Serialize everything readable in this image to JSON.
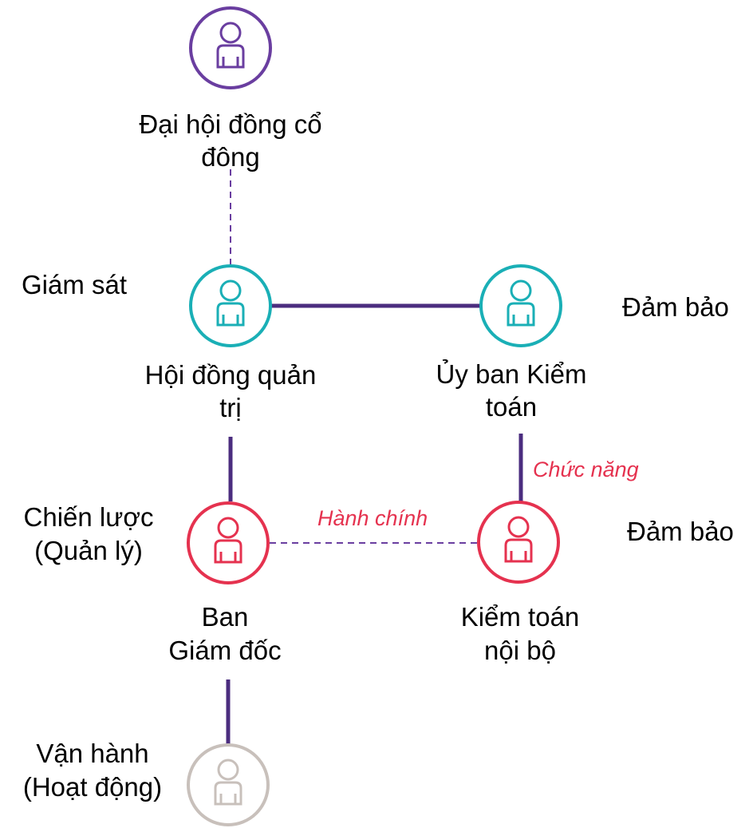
{
  "colors": {
    "purple": "#6a3ea0",
    "teal": "#1aafb6",
    "red": "#e5324f",
    "gray": "#c8c0bb",
    "line": "#4b2d7f",
    "text": "#000000",
    "relation_text": "#e5324f"
  },
  "nodes": {
    "shareholders": {
      "line1": "Đại hội đồng cổ",
      "line2": "đông",
      "icon": "person-icon",
      "color": "purple"
    },
    "board": {
      "line1": "Hội đồng quản",
      "line2": "trị",
      "icon": "person-icon",
      "color": "teal"
    },
    "audit_committee": {
      "line1": "Ủy ban Kiểm",
      "line2": "toán",
      "icon": "person-icon",
      "color": "teal"
    },
    "management": {
      "line1": "Ban",
      "line2": "Giám đốc",
      "icon": "person-icon",
      "color": "red"
    },
    "internal_audit": {
      "line1": "Kiểm toán",
      "line2": "nội bộ",
      "icon": "person-icon",
      "color": "red"
    },
    "operations": {
      "icon": "person-icon",
      "color": "gray"
    }
  },
  "side_labels": {
    "supervision": "Giám sát",
    "assurance_1": "Đảm bảo",
    "strategy_line1": "Chiến lược",
    "strategy_line2": "(Quản lý)",
    "assurance_2": "Đảm bảo",
    "operations_line1": "Vận hành",
    "operations_line2": "(Hoạt động)"
  },
  "relations": {
    "functional": "Chức năng",
    "administrative": "Hành chính"
  }
}
